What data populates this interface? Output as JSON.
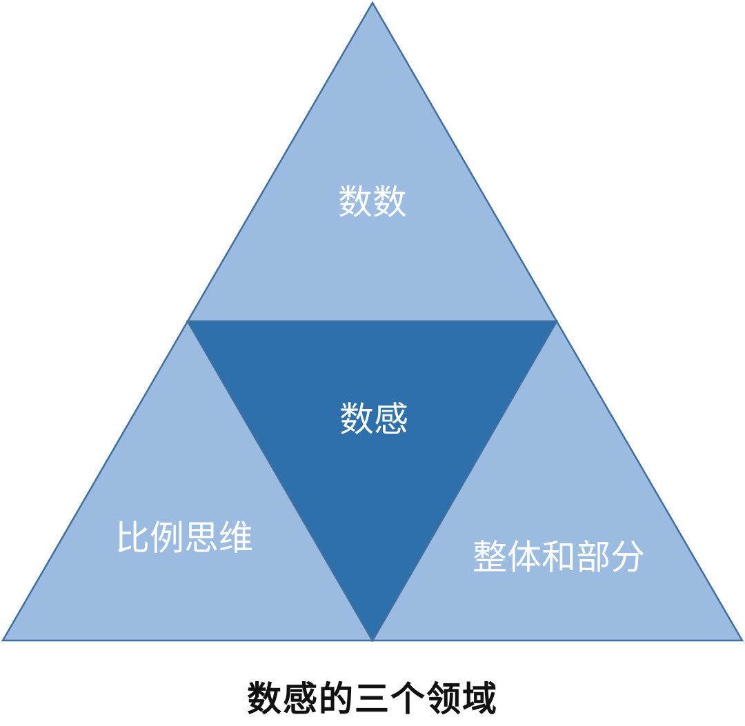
{
  "diagram": {
    "center_label": "数感",
    "top_label": "数数",
    "left_label": "比例思维",
    "right_label": "整体和部分",
    "caption": "数感的三个领域"
  },
  "colors": {
    "light_fill": "#9bbce0",
    "dark_fill": "#2d70ab",
    "outline": "#3f6f9f",
    "label_text": "#ffffff",
    "caption_text": "#111111"
  }
}
